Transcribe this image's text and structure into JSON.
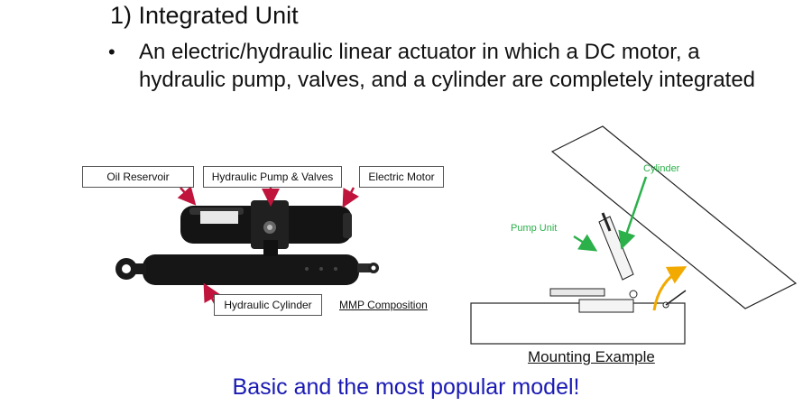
{
  "slide": {
    "title": "1) Integrated Unit",
    "bullet": "An electric/hydraulic linear actuator in which a DC motor, a hydraulic pump, valves, and  a cylinder are completely integrated",
    "tagline": "Basic and the most popular model!"
  },
  "photo_labels": {
    "oil_reservoir": "Oil Reservoir",
    "pump_valves": "Hydraulic Pump & Valves",
    "electric_motor": "Electric Motor",
    "hydraulic_cylinder": "Hydraulic Cylinder",
    "composition": "MMP Composition"
  },
  "diagram_labels": {
    "cylinder": "Cylinder",
    "pump_unit": "Pump Unit",
    "caption": "Mounting Example"
  },
  "colors": {
    "arrow_red": "#c0143c",
    "label_green": "#2bb04a",
    "rotation_arrow": "#f2a900",
    "tagline_blue": "#1a1ab4"
  }
}
